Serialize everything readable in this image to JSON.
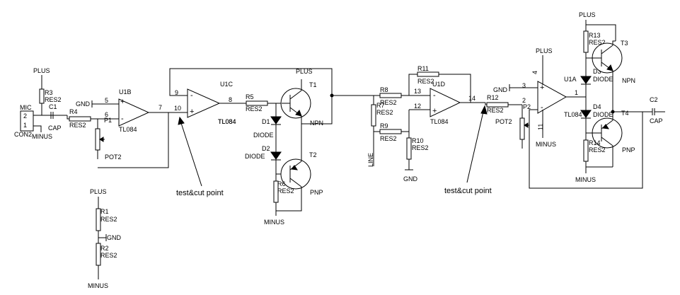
{
  "labels": {
    "plus": "PLUS",
    "minus": "MINUS",
    "gnd": "GND",
    "mic": "MIC",
    "con2": "CON2",
    "r1": "R1",
    "r2": "R2",
    "r3": "R3",
    "r4": "R4",
    "r5": "R5",
    "r6": "R6",
    "r7": "R7",
    "r8": "R8",
    "r9": "R9",
    "r10": "R10",
    "r11": "R11",
    "r12": "R12",
    "r13": "R13",
    "r14": "R14",
    "res2": "RES2",
    "c1": "C1",
    "c2": "C2",
    "cap": "CAP",
    "p1": "P1",
    "p2": "P2",
    "pot2": "POT2",
    "u1a": "U1A",
    "u1b": "U1B",
    "u1c": "U1C",
    "u1d": "U1D",
    "tl084": "TL084",
    "t1": "T1",
    "t2": "T2",
    "t3": "T3",
    "t4": "T4",
    "npn": "NPN",
    "pnp": "PNP",
    "d1": "D1",
    "d2": "D2",
    "d3": "D3",
    "d4": "D4",
    "diode": "DIODE",
    "line": "LINE",
    "test_cut": "test&cut point",
    "pin1": "1",
    "pin2": "2",
    "pin3": "3",
    "pin4": "4",
    "pin5": "5",
    "pin6": "6",
    "pin7": "7",
    "pin8": "8",
    "pin9": "9",
    "pin10": "10",
    "pin11": "11",
    "pin12": "12",
    "pin13": "13",
    "pin14": "14",
    "plus_sign": "+",
    "minus_sign": "-"
  }
}
